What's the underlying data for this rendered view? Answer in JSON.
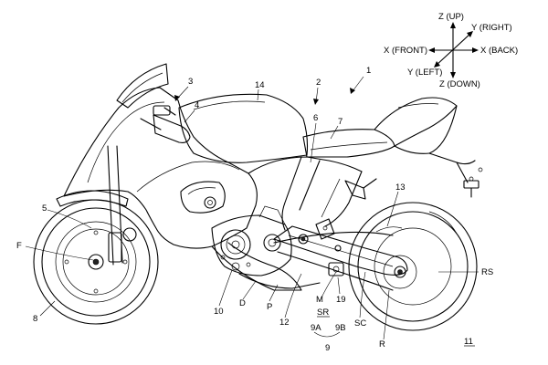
{
  "axes": {
    "up": "Z (UP)",
    "right": "Y (RIGHT)",
    "front": "X (FRONT)",
    "back": "X (BACK)",
    "left": "Y (LEFT)",
    "down": "Z (DOWN)"
  },
  "labels": {
    "n1": "1",
    "n2": "2",
    "n3": "3",
    "n4": "4",
    "n5": "5",
    "n6": "6",
    "n7": "7",
    "n8": "8",
    "n9": "9",
    "n9A": "9A",
    "n9B": "9B",
    "n10": "10",
    "n11": "11",
    "n12": "12",
    "n13": "13",
    "n14": "14",
    "n19": "19",
    "F": "F",
    "D": "D",
    "P": "P",
    "M": "M",
    "SR": "SR",
    "SC": "SC",
    "R": "R",
    "RS": "RS"
  }
}
